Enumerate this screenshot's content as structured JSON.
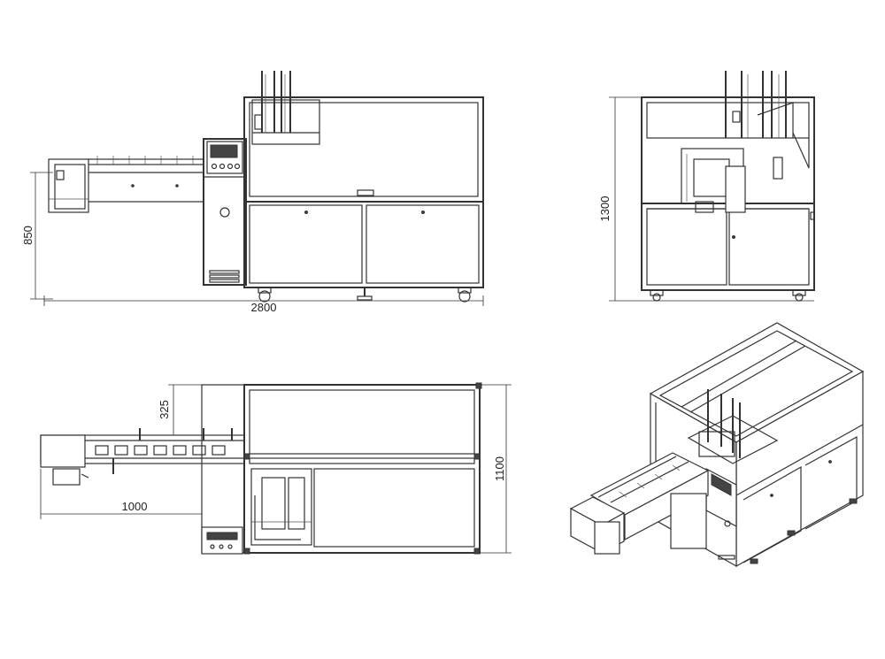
{
  "dimensions": {
    "height_front": "850",
    "length_front": "2800",
    "height_side": "1300",
    "depth_top": "325",
    "width_top": "1100",
    "infeed_top": "1000"
  }
}
